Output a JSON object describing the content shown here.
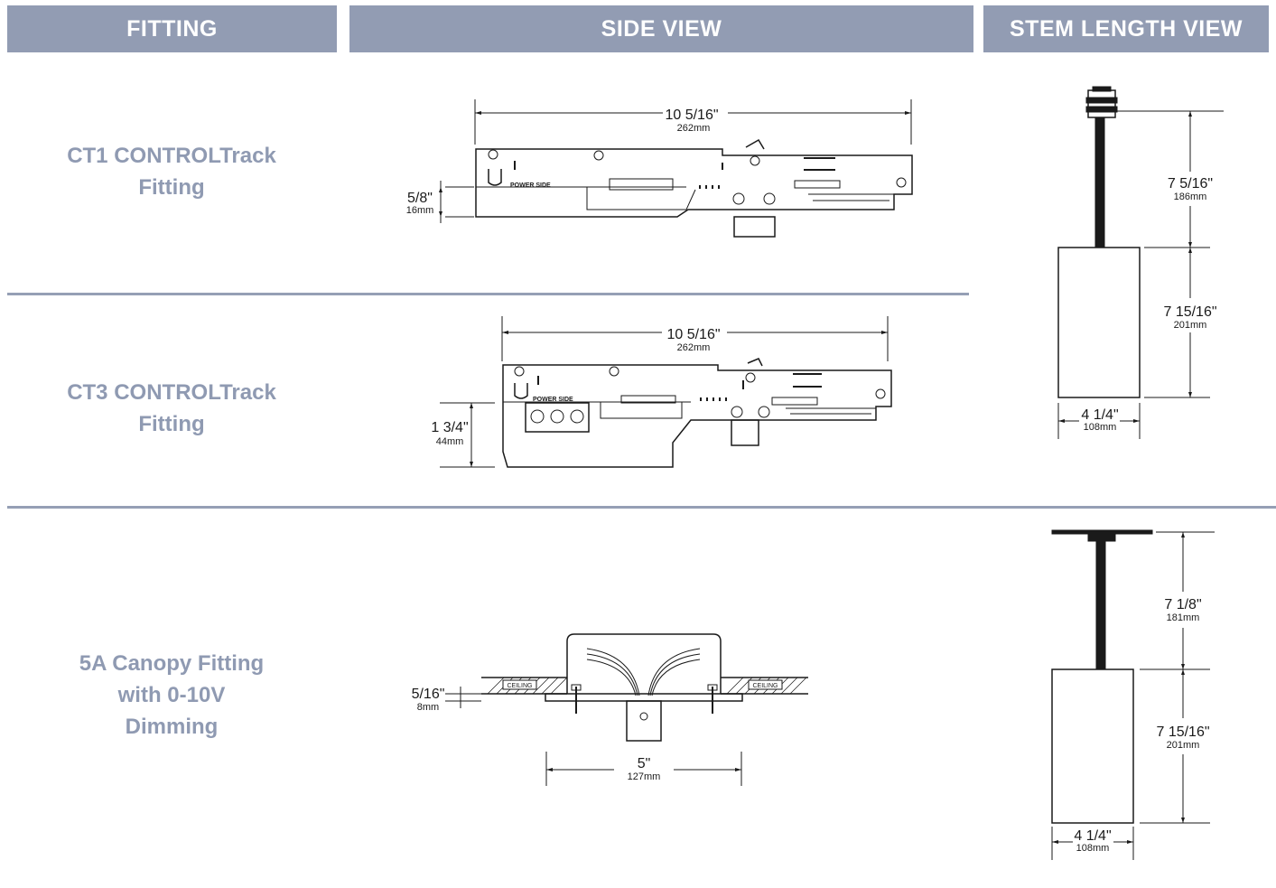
{
  "headers": {
    "fitting": "FITTING",
    "side_view": "SIDE VIEW",
    "stem_length_view": "STEM LENGTH VIEW"
  },
  "fittings": [
    {
      "line1": "CT1 CONTROLTrack",
      "line2": "Fitting"
    },
    {
      "line1": "CT3 CONTROLTrack",
      "line2": "Fitting"
    },
    {
      "line1": "5A Canopy Fitting",
      "line2": "with 0-10V",
      "line3": "Dimming"
    }
  ],
  "ct1": {
    "length_in": "10 5/16\"",
    "length_mm": "262mm",
    "height_in": "5/8\"",
    "height_mm": "16mm",
    "label": "POWER SIDE"
  },
  "ct3": {
    "length_in": "10 5/16\"",
    "length_mm": "262mm",
    "height_in": "1 3/4\"",
    "height_mm": "44mm",
    "label": "POWER SIDE"
  },
  "canopy": {
    "height_in": "5/16\"",
    "height_mm": "8mm",
    "width_in": "5\"",
    "width_mm": "127mm",
    "ceiling_label": "CEILING"
  },
  "stem_top": {
    "stem_in": "7 5/16\"",
    "stem_mm": "186mm",
    "body_in": "7 15/16\"",
    "body_mm": "201mm",
    "width_in": "4 1/4\"",
    "width_mm": "108mm"
  },
  "stem_bottom": {
    "stem_in": "7 1/8\"",
    "stem_mm": "181mm",
    "body_in": "7 15/16\"",
    "body_mm": "201mm",
    "width_in": "4 1/4\"",
    "width_mm": "108mm"
  },
  "colors": {
    "header_bg": "#929cb3",
    "fitting_text": "#8f9ab2",
    "rule": "#959fb5",
    "line": "#1a1a1a"
  }
}
